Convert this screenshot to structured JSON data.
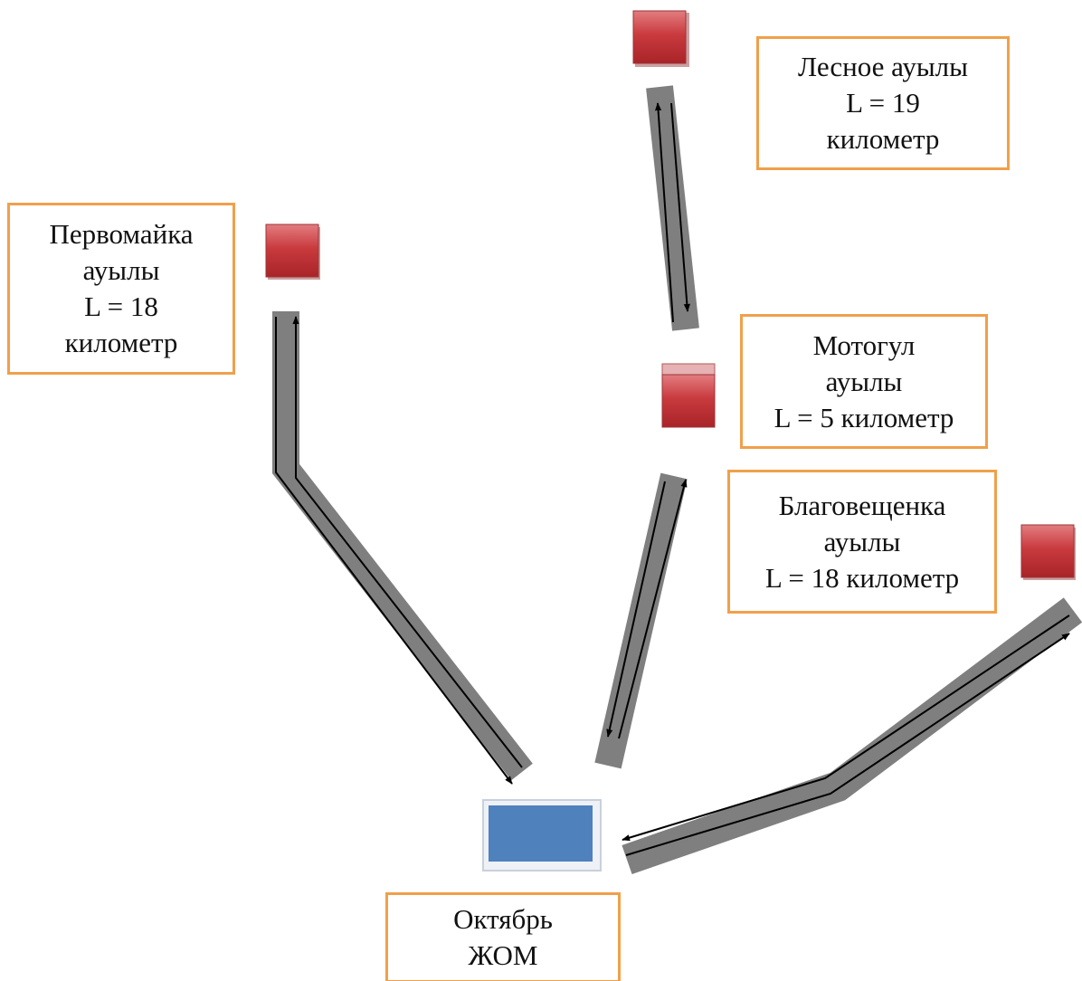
{
  "labels": {
    "lesnoe": [
      "Лесное ауылы",
      "L = 19",
      "километр"
    ],
    "pervomaika": [
      "Первомайка",
      "ауылы",
      "L = 18",
      "километр"
    ],
    "motogul": [
      "Мотогул",
      "ауылы",
      "L = 5 километр"
    ],
    "blagoveshchenka": [
      "Благовещенка",
      "ауылы",
      "L = 18 километр"
    ],
    "oktyabr": [
      "Октябрь",
      "ЖОМ"
    ]
  },
  "colors": {
    "box_border": "#f0a04b",
    "village_marker": "#c0393c",
    "hub_marker": "#4f81bd",
    "road": "#7f7f7f",
    "arrow": "#000000"
  }
}
